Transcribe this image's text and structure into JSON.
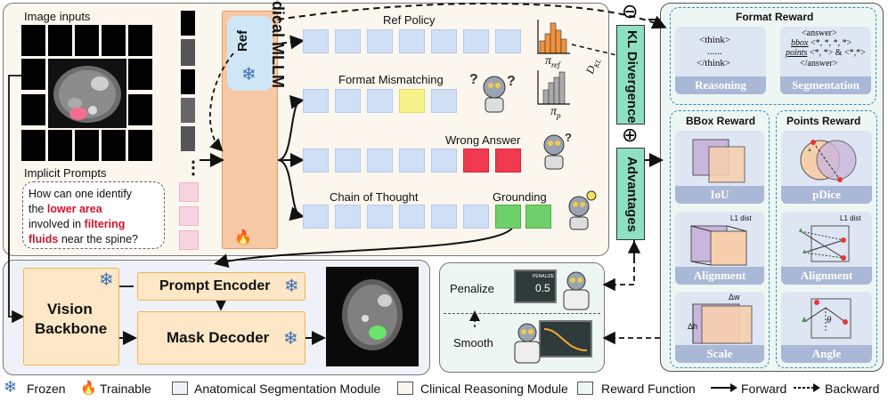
{
  "inputs": {
    "image_inputs_label": "Image inputs",
    "implicit_prompts_label": "Implicit Prompts",
    "prompt_text": {
      "part1": "How can one identify",
      "part2": "the ",
      "highlight1": "lower area",
      "part3": "involved in ",
      "highlight2": "filtering",
      "highlight3": "fluids",
      "part4": " near the spine?"
    },
    "ellipsis": "⋮"
  },
  "mllm": {
    "ref_label": "Ref",
    "medical_mllm_label": "Medical MLLM"
  },
  "branches": {
    "ref_policy": "Ref Policy",
    "format_mismatching": "Format Mismatching",
    "wrong_answer": "Wrong Answer",
    "chain_of_thought": "Chain of Thought",
    "grounding": "Grounding",
    "pi_ref": "π",
    "pi_ref_sub": "ref",
    "pi_p": "π",
    "pi_p_sub": "p",
    "d_kl": "D",
    "d_kl_sub": "KL"
  },
  "center": {
    "minus_symbol": "⊖",
    "kl_divergence": "KL Divergence",
    "plus_symbol": "⊕",
    "advantages": "Advantages"
  },
  "segmentation_module": {
    "vision_backbone_line1": "Vision",
    "vision_backbone_line2": "Backbone",
    "prompt_encoder": "Prompt Encoder",
    "mask_decoder": "Mask Decoder"
  },
  "penalize_box": {
    "penalize": "Penalize",
    "smooth": "Smooth",
    "board_text1": "PENALIZE",
    "board_text2": "0.5"
  },
  "format_reward": {
    "title": "Format Reward",
    "reasoning_lines": [
      "<think>",
      "......",
      "</think>"
    ],
    "reasoning_label": "Reasoning",
    "seg_answer_open": "<answer>",
    "seg_bbox_key": "bbox",
    "seg_bbox_val": " <*, *, *, *>",
    "seg_points_key": "points",
    "seg_points_val": " <*, *> & <*,*>",
    "seg_answer_close": "</answer>",
    "segmentation_label": "Segmentation"
  },
  "bbox_reward": {
    "title": "BBox Reward",
    "iou_label": "IoU",
    "alignment_label": "Alignment",
    "l1_dist": "L1 dist",
    "scale_label": "Scale",
    "delta_w": "Δw",
    "delta_h": "Δh"
  },
  "points_reward": {
    "title": "Points Reward",
    "pdice_label": "pDice",
    "alignment_label": "Alignment",
    "l1_dist": "L1 dist",
    "angle_label": "Angle",
    "theta": "θ"
  },
  "legend": {
    "frozen": "Frozen",
    "trainable": "Trainable",
    "anatomical": "Anatomical Segmentation Module",
    "clinical": "Clinical Reasoning Module",
    "reward": "Reward Function",
    "forward": "Forward",
    "backward": "Backward"
  },
  "colors": {
    "clinical_bg": "#fbf6ee",
    "anatomical_bg": "#eef2f8",
    "reward_bg": "#eef6f4",
    "mllm_orange": "#f6c8a4",
    "token_blue": "#cfdff5",
    "token_yellow": "#f6f38a",
    "token_red": "#f0384f",
    "token_green": "#6fcf6a",
    "kl_green": "#8ee0c0",
    "reward_bar": "#a9b8d6"
  }
}
